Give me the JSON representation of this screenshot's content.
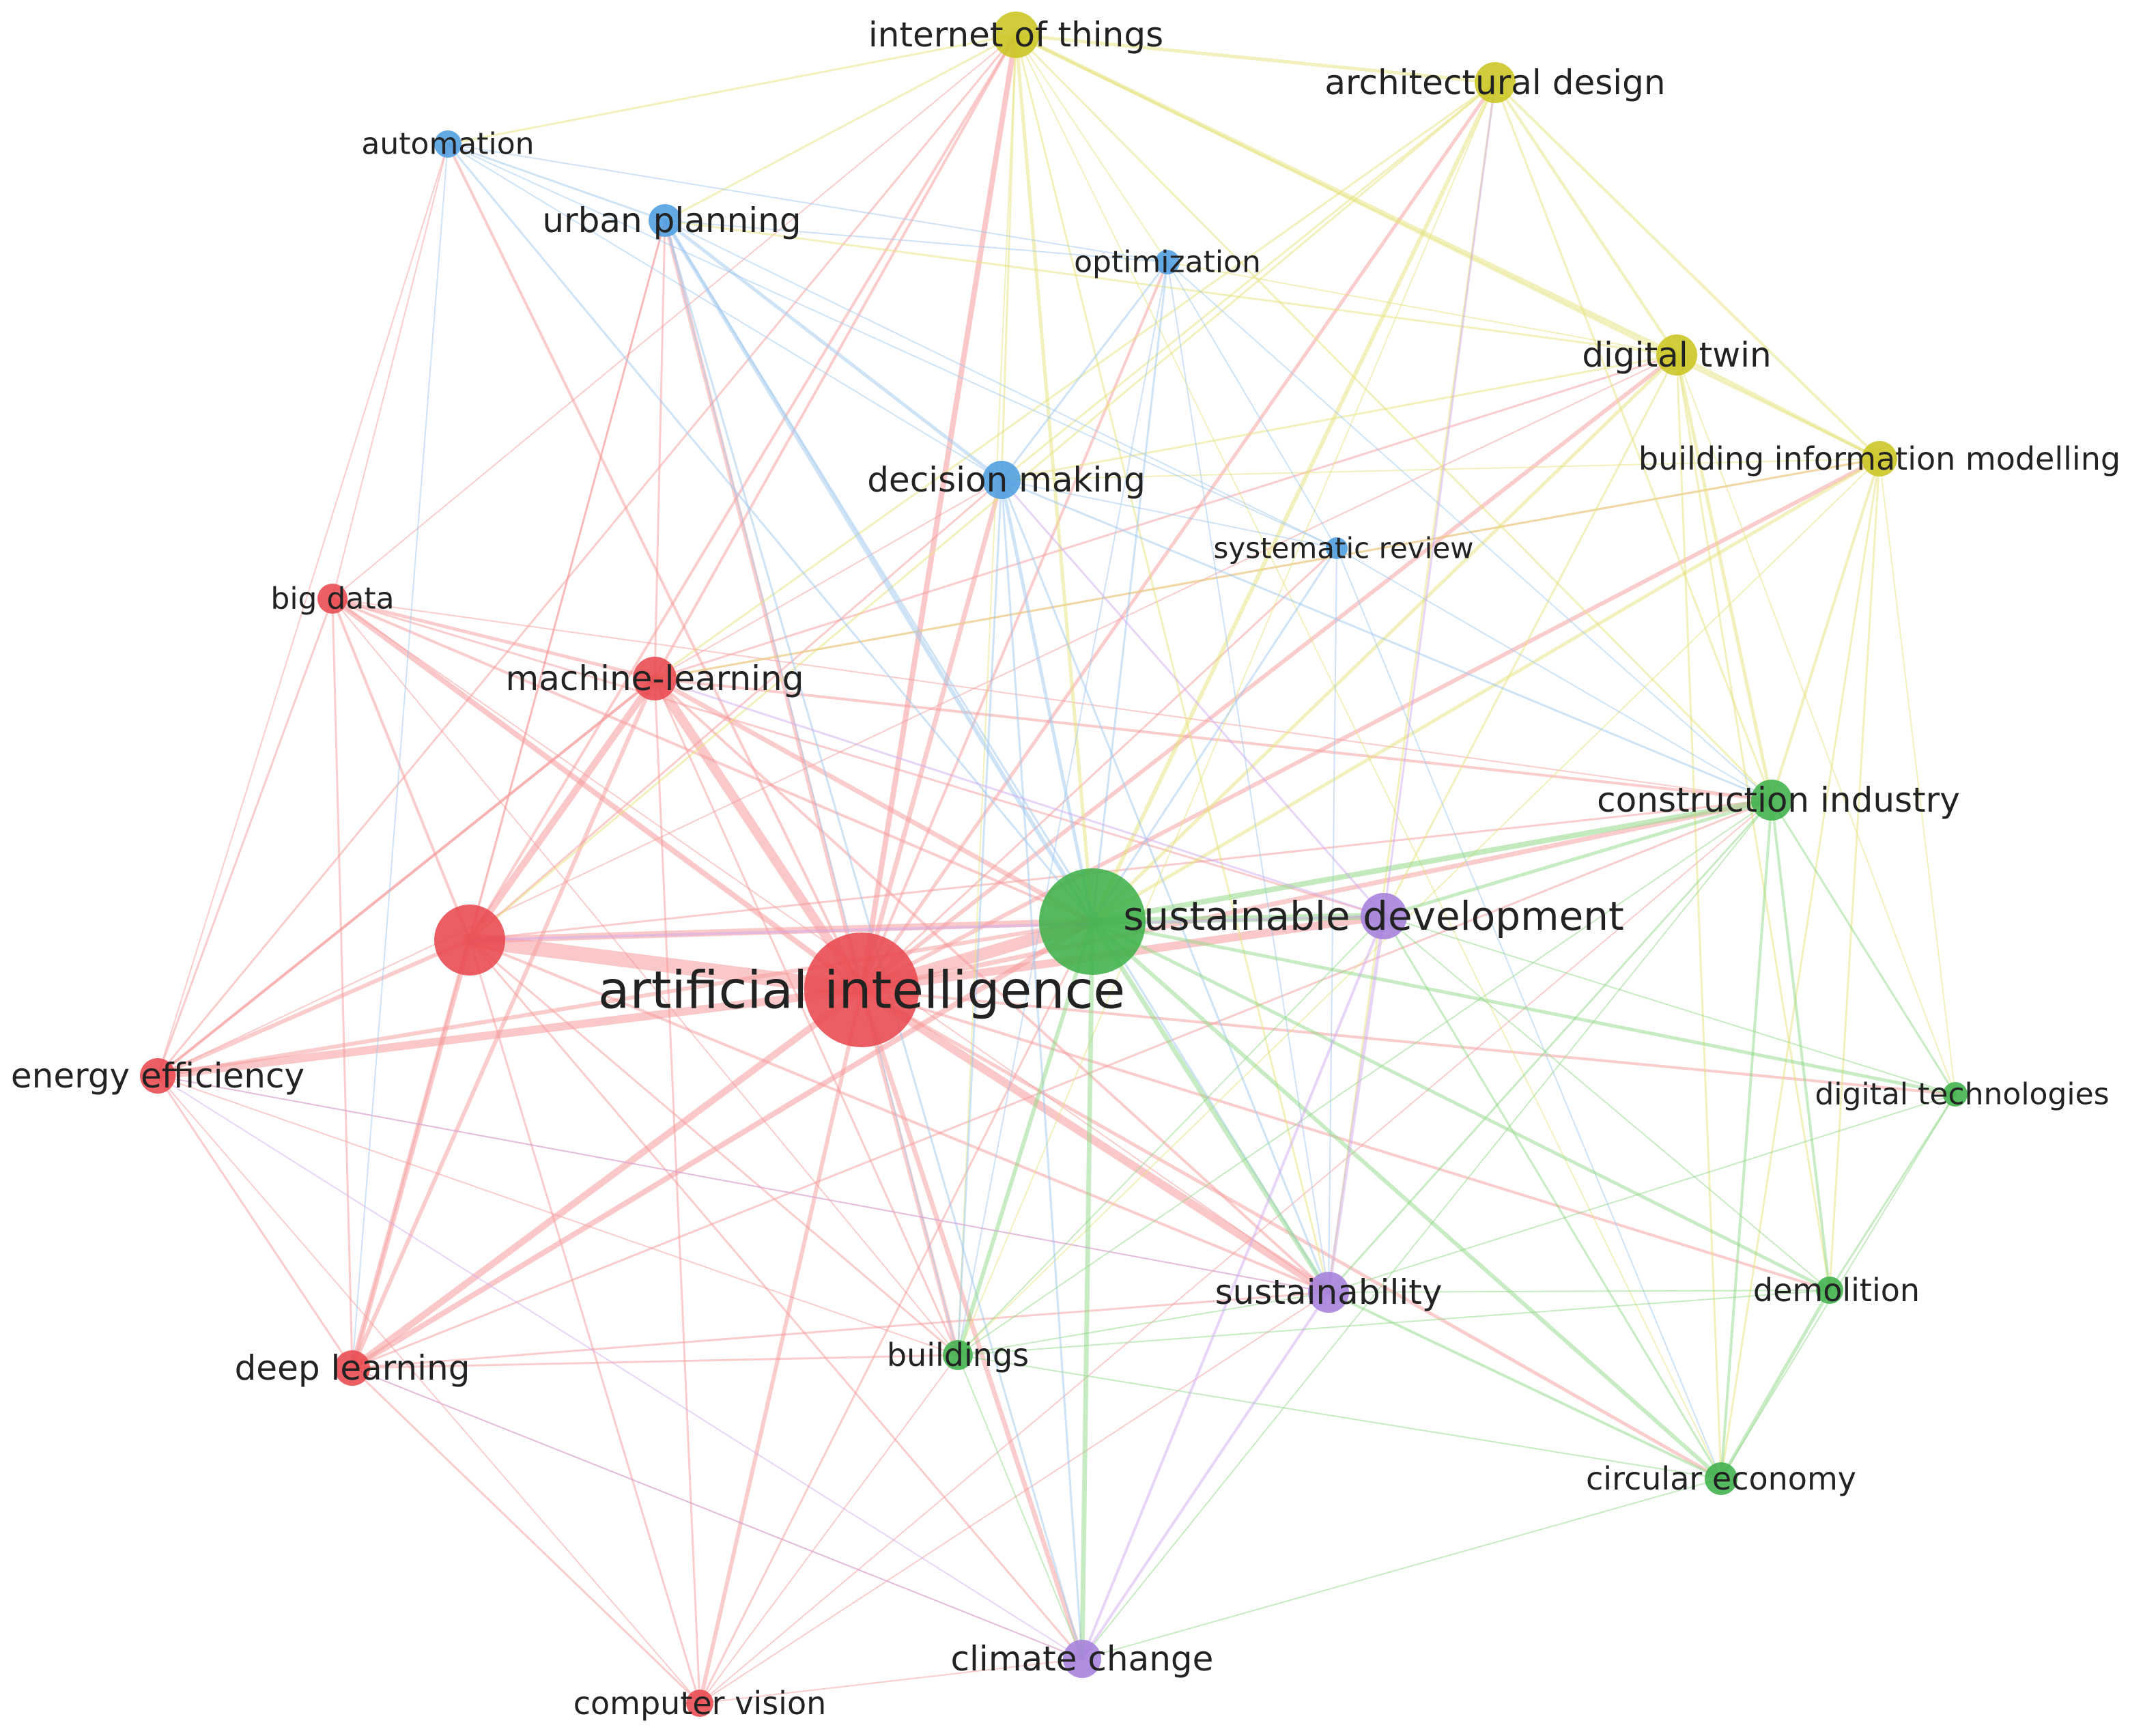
{
  "diagram": {
    "type": "keyword co-occurrence network",
    "cluster_colors": {
      "red": "#e8484d",
      "green": "#3fb04a",
      "blue": "#4d9de0",
      "yellow": "#c9c520",
      "purple": "#a57fdc"
    },
    "edge_colors": {
      "red": "#f59a9a",
      "green": "#8fd886",
      "blue": "#9dc8ee",
      "yellow": "#e6e27a",
      "purple": "#cfaaf0"
    },
    "nodes": [
      {
        "id": "artificial-intelligence",
        "label": "artificial intelligence",
        "cluster": "red",
        "weight": 10
      },
      {
        "id": "sustainable-development-hub",
        "label": "",
        "cluster": "green",
        "weight": 8
      },
      {
        "id": "sustainable-development",
        "label": "sustainable development",
        "cluster": "purple",
        "weight": 4
      },
      {
        "id": "unlabeled-red-node",
        "label": "",
        "cluster": "red",
        "weight": 5
      },
      {
        "id": "machine-learning",
        "label": "machine-learning",
        "cluster": "red",
        "weight": 4
      },
      {
        "id": "big-data",
        "label": "big data",
        "cluster": "red",
        "weight": 2.5
      },
      {
        "id": "energy-efficiency",
        "label": "energy efficiency",
        "cluster": "red",
        "weight": 3
      },
      {
        "id": "deep-learning",
        "label": "deep learning",
        "cluster": "red",
        "weight": 3
      },
      {
        "id": "computer-vision",
        "label": "computer vision",
        "cluster": "red",
        "weight": 2
      },
      {
        "id": "internet-of-things",
        "label": "internet of things",
        "cluster": "yellow",
        "weight": 4
      },
      {
        "id": "architectural-design",
        "label": "architectural design",
        "cluster": "yellow",
        "weight": 3.5
      },
      {
        "id": "digital-twin",
        "label": "digital twin",
        "cluster": "yellow",
        "weight": 3.5
      },
      {
        "id": "building-information-modelling",
        "label": "building information modelling",
        "cluster": "yellow",
        "weight": 3
      },
      {
        "id": "automation",
        "label": "automation",
        "cluster": "blue",
        "weight": 2.5
      },
      {
        "id": "urban-planning",
        "label": "urban planning",
        "cluster": "blue",
        "weight": 3
      },
      {
        "id": "optimization",
        "label": "optimization",
        "cluster": "blue",
        "weight": 2
      },
      {
        "id": "decision-making",
        "label": "decision making",
        "cluster": "blue",
        "weight": 3.5
      },
      {
        "id": "systematic-review",
        "label": "systematic review",
        "cluster": "blue",
        "weight": 1.8
      },
      {
        "id": "construction-industry",
        "label": "construction industry",
        "cluster": "green",
        "weight": 3.5
      },
      {
        "id": "digital-technologies",
        "label": "digital technologies",
        "cluster": "green",
        "weight": 2
      },
      {
        "id": "demolition",
        "label": "demolition",
        "cluster": "green",
        "weight": 2.2
      },
      {
        "id": "circular-economy",
        "label": "circular economy",
        "cluster": "green",
        "weight": 2.8
      },
      {
        "id": "buildings",
        "label": "buildings",
        "cluster": "green",
        "weight": 2.5
      },
      {
        "id": "sustainability",
        "label": "sustainability",
        "cluster": "purple",
        "weight": 3.5
      },
      {
        "id": "climate-change",
        "label": "climate change",
        "cluster": "purple",
        "weight": 3
      }
    ]
  }
}
